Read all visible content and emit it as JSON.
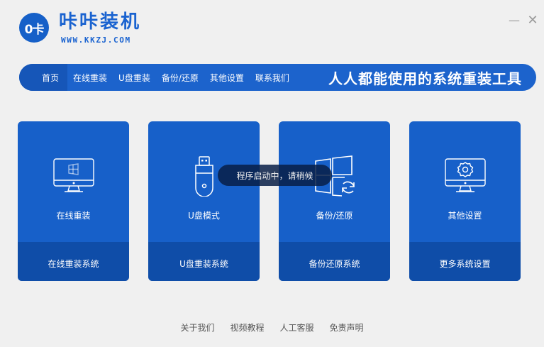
{
  "header": {
    "logo_mark": "0卡",
    "app_title": "咔咔装机",
    "app_url": "WWW.KKZJ.COM",
    "window_controls": {
      "minimize_icon": "minimize-icon",
      "close_icon": "close-icon",
      "minimize_glyph": "—",
      "close_glyph": "✕"
    }
  },
  "nav": {
    "items": [
      {
        "label": "首页",
        "active": true
      },
      {
        "label": "在线重装",
        "active": false
      },
      {
        "label": "U盘重装",
        "active": false
      },
      {
        "label": "备份/还原",
        "active": false
      },
      {
        "label": "其他设置",
        "active": false
      },
      {
        "label": "联系我们",
        "active": false
      }
    ],
    "slogan": "人人都能使用的系统重装工具"
  },
  "cards": [
    {
      "icon": "monitor-windows-icon",
      "title": "在线重装",
      "action": "在线重装系统"
    },
    {
      "icon": "usb-drive-icon",
      "title": "U盘模式",
      "action": "U盘重装系统"
    },
    {
      "icon": "windows-restore-icon",
      "title": "备份/还原",
      "action": "备份还原系统"
    },
    {
      "icon": "monitor-gear-icon",
      "title": "其他设置",
      "action": "更多系统设置"
    }
  ],
  "toast": {
    "message": "程序启动中，请稍候"
  },
  "footer": {
    "links": [
      "关于我们",
      "视频教程",
      "人工客服",
      "免责声明"
    ]
  },
  "colors": {
    "brand": "#1a63d0",
    "nav_bg": "#1c63cc",
    "nav_active": "#1656b8",
    "card_bg": "#1760c9",
    "card_footer_bg": "#0f4da8",
    "page_bg": "#f0f0f0"
  }
}
